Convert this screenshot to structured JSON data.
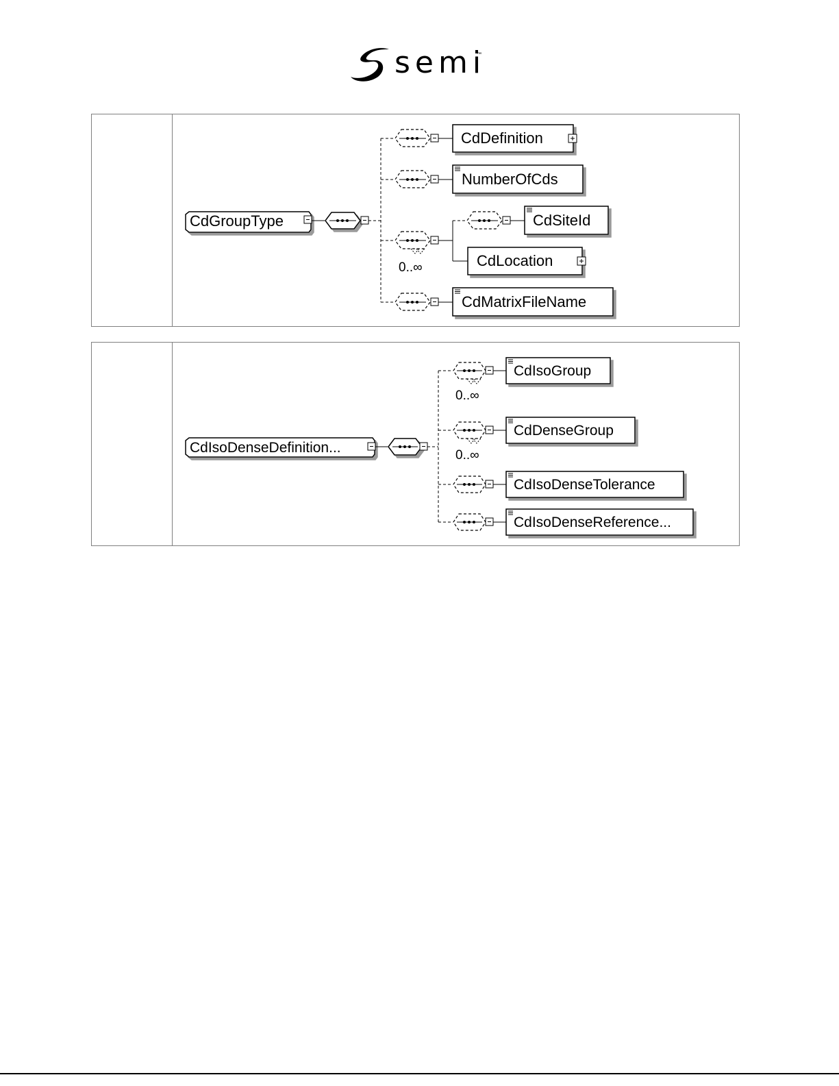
{
  "header": {
    "logo_text": "semi",
    "logo_tm": "™"
  },
  "diagram1": {
    "root": "CdGroupType",
    "children": [
      {
        "name": "CdDefinition",
        "expandable": true,
        "simple": false
      },
      {
        "name": "NumberOfCds",
        "expandable": false,
        "simple": true
      },
      {
        "cardinality": "0..∞",
        "choice": [
          {
            "name": "CdSiteId",
            "expandable": false,
            "simple": true
          },
          {
            "name": "CdLocation",
            "expandable": true,
            "simple": false
          }
        ]
      },
      {
        "name": "CdMatrixFileName",
        "expandable": false,
        "simple": true
      }
    ]
  },
  "diagram2": {
    "root": "CdIsoDenseDefinition...",
    "children": [
      {
        "name": "CdIsoGroup",
        "cardinality": "0..∞",
        "simple": true
      },
      {
        "name": "CdDenseGroup",
        "cardinality": "0..∞",
        "simple": true
      },
      {
        "name": "CdIsoDenseTolerance",
        "simple": true
      },
      {
        "name": "CdIsoDenseReference...",
        "simple": true
      }
    ]
  }
}
